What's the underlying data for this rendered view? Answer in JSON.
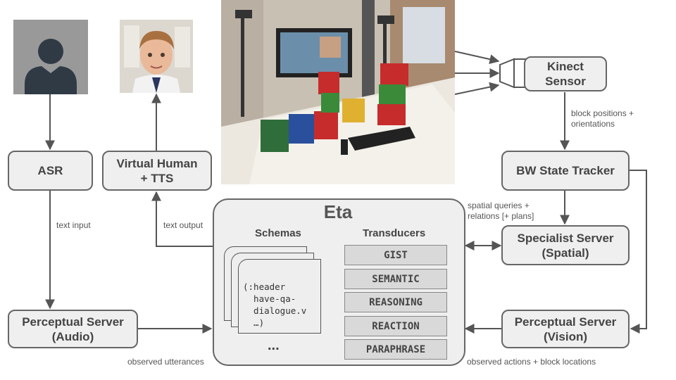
{
  "nodes": {
    "asr": "ASR",
    "virtual_human": "Virtual Human\n+ TTS",
    "kinect": "Kinect\nSensor",
    "bw_state_tracker": "BW State Tracker",
    "specialist_server": "Specialist Server\n(Spatial)",
    "perceptual_audio": "Perceptual Server\n(Audio)",
    "perceptual_vision": "Perceptual Server\n(Vision)"
  },
  "eta": {
    "title": "Eta",
    "schemas_heading": "Schemas",
    "transducers_heading": "Transducers",
    "schema_text": "(:header\n  have-qa-\n  dialogue.v\n  …)",
    "ellipsis": "...",
    "transducers": [
      "GIST",
      "SEMANTIC",
      "REASONING",
      "REACTION",
      "PARAPHRASE"
    ]
  },
  "edge_labels": {
    "text_input": "text input",
    "text_output": "text output",
    "observed_utterances": "observed utterances",
    "block_positions": "block positions +\norientations",
    "spatial_queries": "spatial queries +\nrelations [+ plans]",
    "observed_actions": "observed actions + block locations"
  },
  "colors": {
    "box_fill": "#efefef",
    "box_border": "#666666",
    "arrow": "#555555",
    "transducer_fill": "#d9d9d9"
  }
}
